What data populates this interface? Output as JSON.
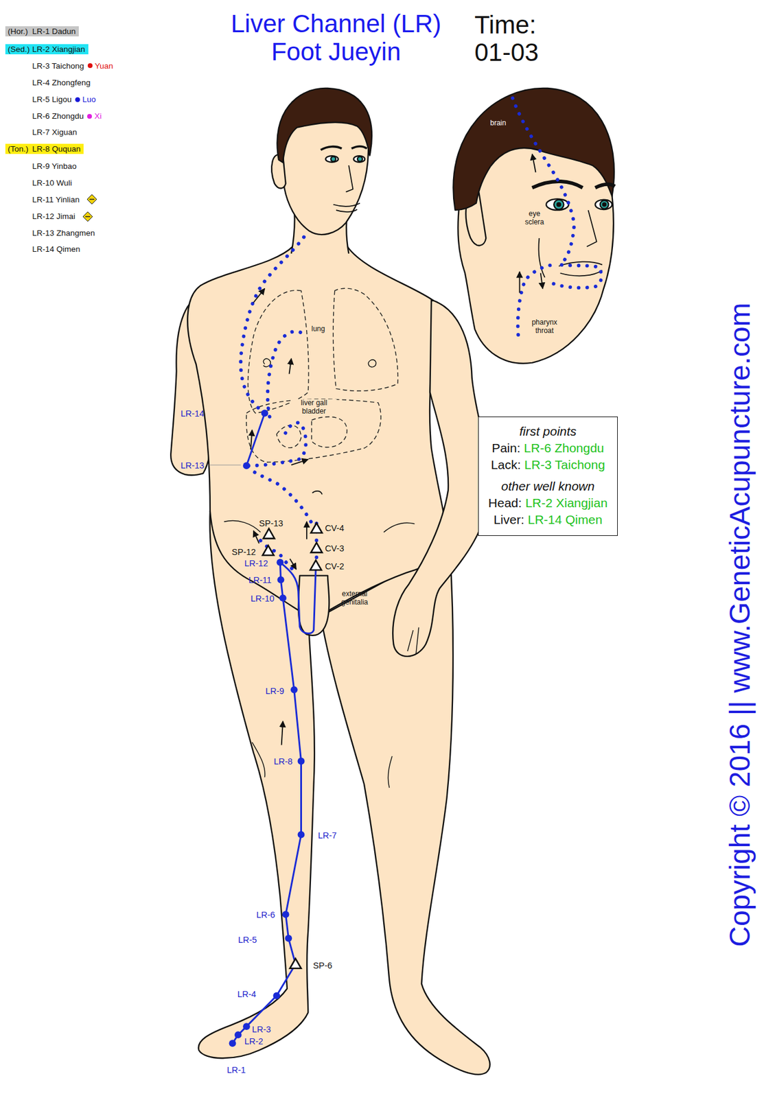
{
  "diagram": {
    "title": "Liver Channel (LR) Foot Jueyin",
    "nodes": [
      {
        "text": [
          "(Hor.)",
          "LR-1 Dadun"
        ]
      },
      {
        "text": [
          "(Sed.)",
          "LR-2 Xiangjian"
        ]
      },
      {
        "text": [
          "(Ton.)",
          "LR-8 Ququan"
        ]
      },
      {
        "text": [
          "first points",
          "Pain:",
          "LR-6 Zhongdu",
          "Lack:",
          "LR-3 Taichong",
          "other well known",
          "Head:",
          "LR-2 Xiangjian",
          "Liver:",
          "LR-14 Qimen"
        ]
      }
    ],
    "labels": [
      "Time:",
      "01-03",
      "LR-3 Taichong",
      "Yuan",
      "LR-4 Zhongfeng",
      "LR-5 Ligou",
      "Luo",
      "LR-6 Zhongdu",
      "Xi",
      "LR-7 Xiguan",
      "LR-9 Yinbao",
      "LR-10 Wuli",
      "LR-11 Yinlian",
      "LR-12 Jimai",
      "LR-13 Zhangmen",
      "LR-14 Qimen",
      "brain",
      "eye sclera",
      "pharynx throat",
      "lung",
      "liver gall bladder",
      "LR-14",
      "LR-13",
      "SP-13",
      "SP-12",
      "LR-12",
      "LR-11",
      "LR-10",
      "CV-4",
      "CV-3",
      "CV-2",
      "external genitalia",
      "LR-9",
      "LR-8",
      "LR-7",
      "LR-6",
      "LR-5",
      "SP-6",
      "LR-4",
      "LR-3",
      "LR-2",
      "LR-1",
      "Copyright © 2016 || www.GeneticAcupuncture.com"
    ]
  }
}
